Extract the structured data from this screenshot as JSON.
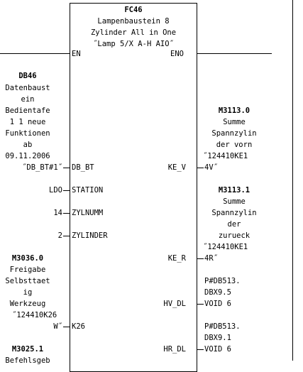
{
  "block": {
    "name": "FC46",
    "comment": [
      "Lampenbaustein 8",
      "Zylinder All in One",
      "˝Lamp 5/X A-H AIO˝"
    ],
    "en_label": "EN",
    "eno_label": "ENO"
  },
  "left_db": {
    "name": "DB46",
    "comment": [
      "Datenbaust",
      "ein",
      "Bedientafe",
      "1 1 neue",
      "Funktionen",
      "ab",
      "09.11.2006"
    ]
  },
  "inputs": [
    {
      "pin": "DB_BT",
      "value": "˝DB_BT#1˝"
    },
    {
      "pin": "STATION",
      "value": "LDO"
    },
    {
      "pin": "ZYLNUMM",
      "value": "14"
    },
    {
      "pin": "ZYLINDER",
      "value": "2"
    },
    {
      "pin": "K26",
      "value": "W˝"
    },
    {
      "pin": "",
      "value": ""
    }
  ],
  "left_symbols": [
    {
      "address": "M3036.0",
      "comment": [
        "Freigabe",
        "Selbsttaet",
        "ig",
        "Werkzeug",
        "˝124410K26"
      ]
    },
    {
      "address": "M3025.1",
      "comment": [
        "Befehlsgeb"
      ]
    }
  ],
  "outputs": [
    {
      "pin": "KE_V",
      "value": "4V˝"
    },
    {
      "pin": "KE_R",
      "value": "4R˝"
    },
    {
      "pin": "HV_DL",
      "value": "VOID 6"
    },
    {
      "pin": "HR_DL",
      "value": "VOID 6"
    }
  ],
  "right_symbols": [
    {
      "address": "M3113.0",
      "comment": [
        "Summe",
        "Spannzylin",
        "der vorn",
        "˝124410KE1"
      ]
    },
    {
      "address": "M3113.1",
      "comment": [
        "Summe",
        "Spannzylin",
        "der",
        "zurueck",
        "˝124410KE1"
      ]
    },
    {
      "address": "",
      "comment": [
        "P#DB513.",
        "DBX9.5"
      ]
    },
    {
      "address": "",
      "comment": [
        "P#DB513.",
        "DBX9.1"
      ]
    }
  ]
}
